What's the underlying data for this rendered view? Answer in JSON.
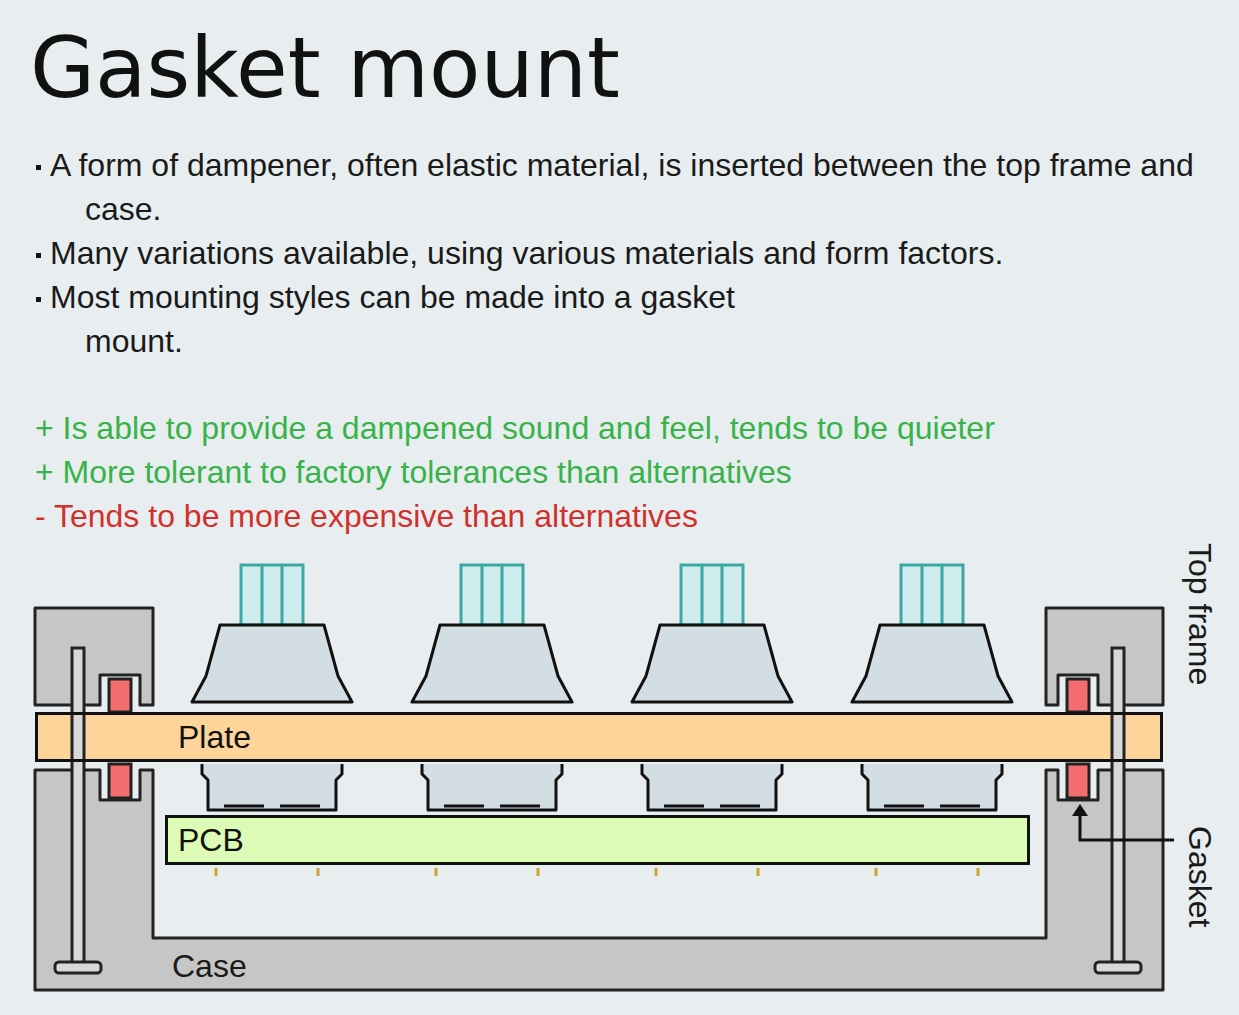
{
  "diagram": {
    "title": "Gasket mount",
    "nodes": [
      {
        "text": [
          "Plate"
        ]
      },
      {
        "text": [
          "PCB"
        ]
      }
    ],
    "labels": [
      "A form of dampener, often elastic material, is inserted between the top frame and case.",
      "Many variations available, using various materials and form factors.",
      "Most mounting styles can be made into a gasket mount.",
      "+ Is able to provide a dampened sound and feel, tends to be quieter",
      "+ More tolerant to factory tolerances than alternatives",
      "- Tends to be more expensive than alternatives",
      "Case",
      "Top frame",
      "Gasket"
    ]
  }
}
